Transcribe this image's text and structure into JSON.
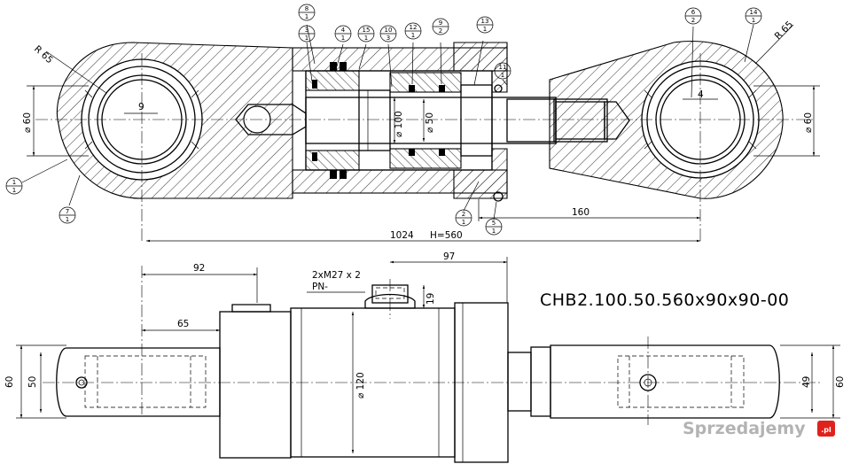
{
  "title": "CHB2.100.50.560x90x90-00",
  "dimensions": {
    "radius_left": "R 65",
    "radius_right": "R 65",
    "dia_left_eye": "⌀ 60",
    "dia_right_eye": "⌀ 60",
    "offset_9": "9",
    "offset_4": "4",
    "dia_100": "⌀ 100",
    "dia_50": "⌀ 50",
    "len_160": "160",
    "len_1024": "1024",
    "stroke": "H=560",
    "len_92": "92",
    "len_97": "97",
    "port": "2xM27 x 2",
    "port_pn": "PN-",
    "len_19": "19",
    "len_65": "65",
    "dia_120": "⌀ 120",
    "h_60_left": "60",
    "h_50_left": "50",
    "h_49_right": "49",
    "h_60_right": "60"
  },
  "balloons": [
    {
      "id": "b8",
      "top": "8",
      "bottom": "1"
    },
    {
      "id": "b3",
      "top": "3",
      "bottom": "1"
    },
    {
      "id": "b4",
      "top": "4",
      "bottom": "1"
    },
    {
      "id": "b15",
      "top": "15",
      "bottom": "1"
    },
    {
      "id": "b10",
      "top": "10",
      "bottom": "3"
    },
    {
      "id": "b12",
      "top": "12",
      "bottom": "1"
    },
    {
      "id": "b9",
      "top": "9",
      "bottom": "2"
    },
    {
      "id": "b13",
      "top": "13",
      "bottom": "1"
    },
    {
      "id": "b11",
      "top": "11",
      "bottom": "1"
    },
    {
      "id": "b6",
      "top": "6",
      "bottom": "2"
    },
    {
      "id": "b14",
      "top": "14",
      "bottom": "1"
    },
    {
      "id": "b1",
      "top": "1",
      "bottom": "1"
    },
    {
      "id": "b7",
      "top": "7",
      "bottom": "1"
    },
    {
      "id": "b2",
      "top": "2",
      "bottom": "1"
    },
    {
      "id": "b5",
      "top": "5",
      "bottom": "1"
    }
  ],
  "watermark": {
    "brand": "Sprzedajemy",
    "tld": ".pl",
    "brand_color": "#9a9a9a",
    "badge_color": "#e0221c"
  }
}
